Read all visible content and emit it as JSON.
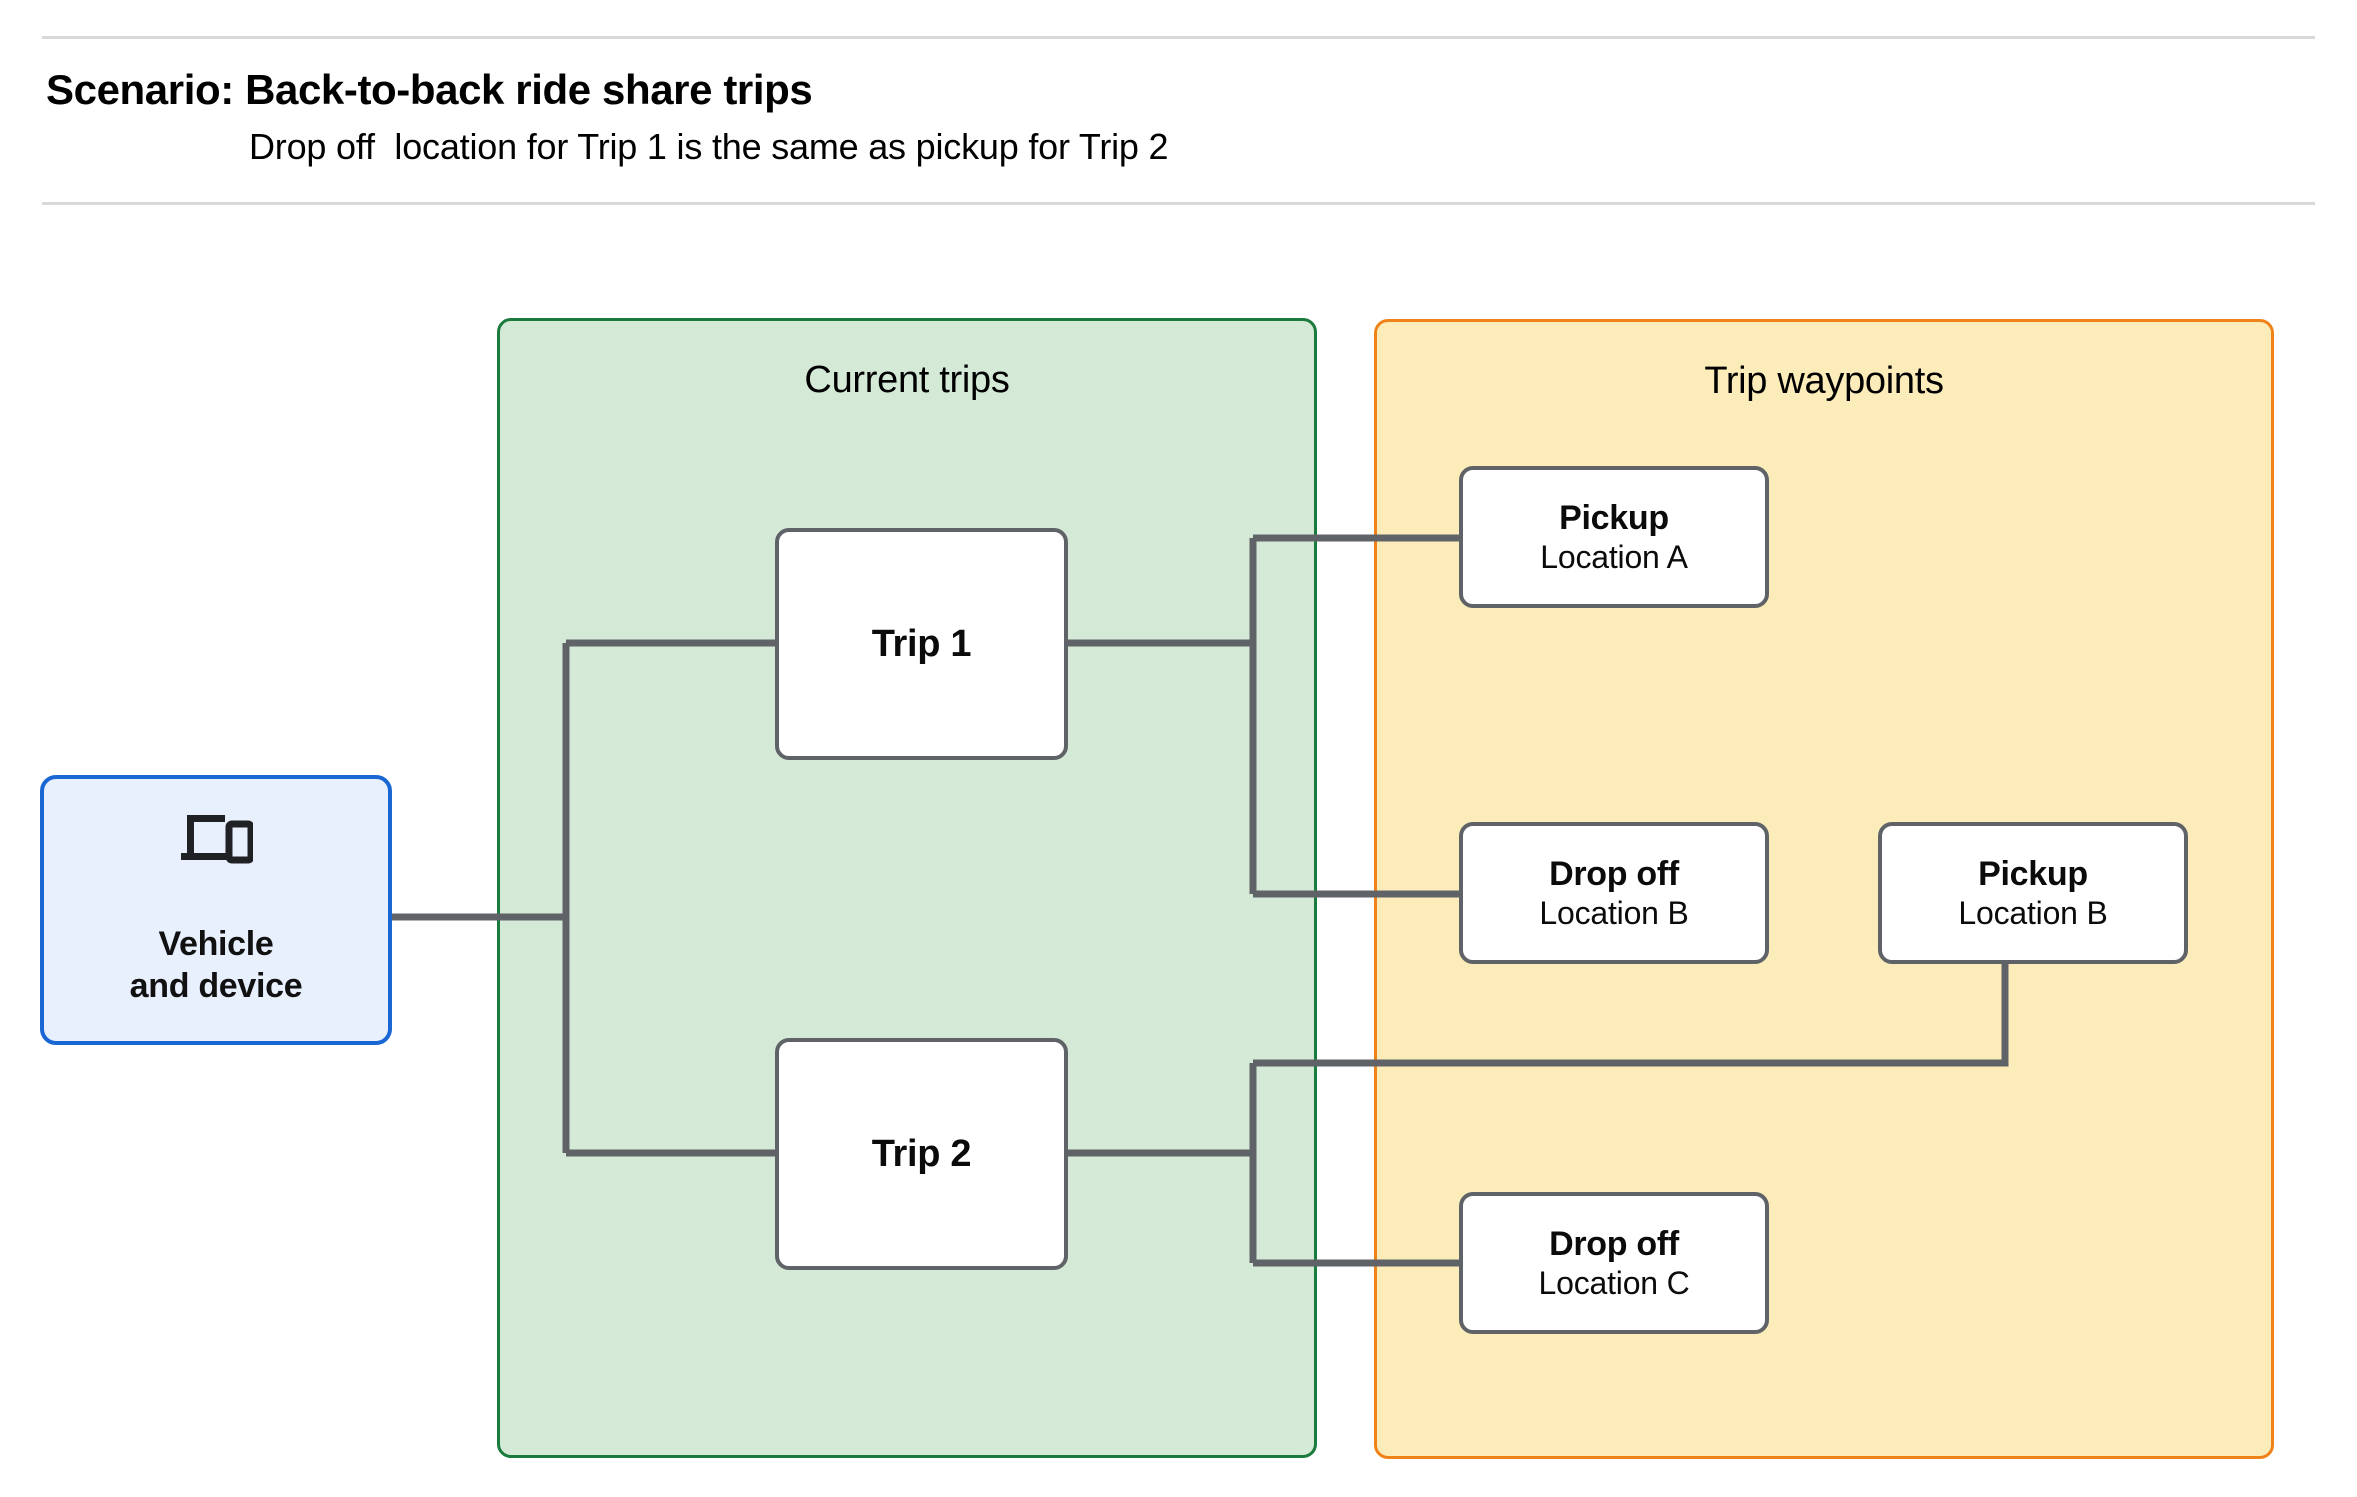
{
  "header": {
    "title": "Scenario: Back-to-back ride share trips",
    "subtitle": "Drop off  location for Trip 1 is the same as pickup for Trip 2"
  },
  "panels": {
    "current_trips": {
      "title": "Current trips",
      "fill": "#d4e9d6",
      "border": "#1b7a3d"
    },
    "trip_waypoints": {
      "title": "Trip waypoints",
      "fill": "#fcecb9",
      "border": "#ef8219"
    }
  },
  "vehicle": {
    "icon": "devices-icon",
    "label": "Vehicle\nand device",
    "fill": "#e8f0fe",
    "border": "#1967d2"
  },
  "trips": [
    {
      "id": "trip-1",
      "label": "Trip 1"
    },
    {
      "id": "trip-2",
      "label": "Trip 2"
    }
  ],
  "waypoints": [
    {
      "id": "pickup-a",
      "title": "Pickup",
      "location": "Location A"
    },
    {
      "id": "dropoff-b",
      "title": "Drop off",
      "location": "Location B"
    },
    {
      "id": "pickup-b",
      "title": "Pickup",
      "location": "Location B"
    },
    {
      "id": "dropoff-c",
      "title": "Drop off",
      "location": "Location C"
    }
  ],
  "connections": [
    {
      "from": "vehicle",
      "to": "trip-1"
    },
    {
      "from": "vehicle",
      "to": "trip-2"
    },
    {
      "from": "trip-1",
      "to": "pickup-a"
    },
    {
      "from": "trip-1",
      "to": "dropoff-b"
    },
    {
      "from": "trip-2",
      "to": "pickup-b"
    },
    {
      "from": "trip-2",
      "to": "dropoff-c"
    }
  ],
  "colors": {
    "wire": "#5f6368",
    "node_border": "#5f6368",
    "node_fill": "#ffffff",
    "rule": "#d9d9d9",
    "text": "#000000"
  }
}
